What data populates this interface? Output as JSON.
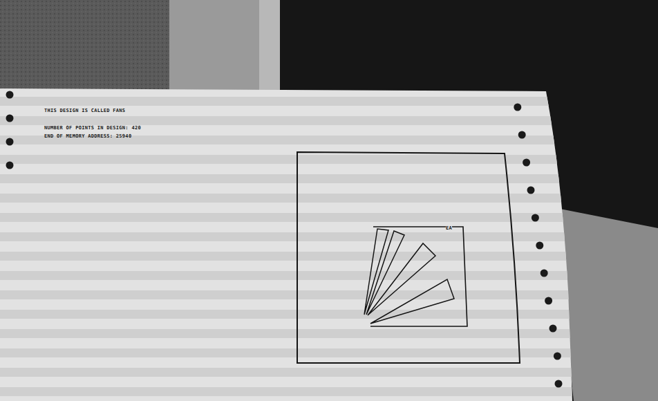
{
  "diagram": {
    "labels": [
      "THIS DESIGN IS CALLED FANS",
      "NUMBER OF POINTS IN DESIGN: 420",
      "END OF MEMORY ADDRESS: 25940",
      "EA"
    ]
  }
}
